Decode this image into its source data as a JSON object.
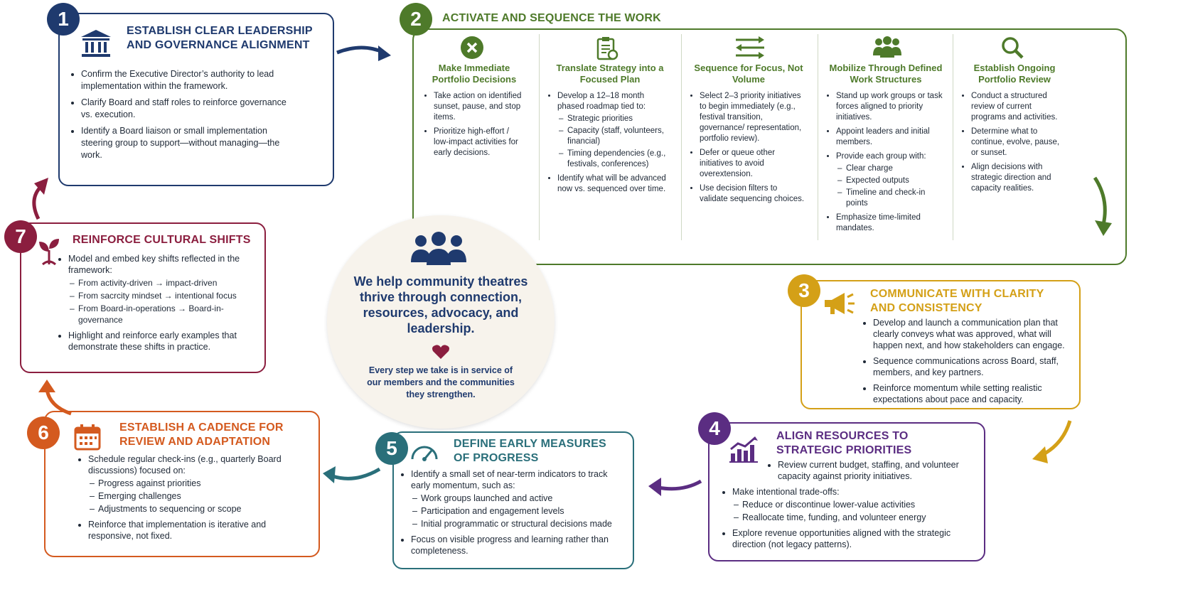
{
  "step1": {
    "number": "1",
    "title_line1": "ESTABLISH CLEAR LEADERSHIP",
    "title_line2": "AND GOVERNANCE ALIGNMENT",
    "icon": "institution-icon",
    "color": "#1f3a6e",
    "bullets": [
      "Confirm the Executive Director’s authority to lead implementation within the framework.",
      "Clarify Board and staff roles to reinforce governance vs. execution.",
      "Identify a Board liaison or small implementation steering group to support—without managing—the work."
    ]
  },
  "step2": {
    "number": "2",
    "title": "ACTIVATE AND SEQUENCE THE WORK",
    "color": "#4e7a2a",
    "columns": [
      {
        "icon": "x-circle-icon",
        "heading": "Make Immediate Portfolio Decisions",
        "bullets": [
          {
            "text": "Take action on identified sunset, pause, and stop items."
          },
          {
            "text": "Prioritize high-effort / low-impact activities for early decisions."
          }
        ]
      },
      {
        "icon": "clipboard-icon",
        "heading": "Translate Strategy into a Focused Plan",
        "bullets": [
          {
            "text": "Develop a 12–18 month phased roadmap tied to:",
            "sub": [
              "Strategic priorities",
              "Capacity (staff, volunteers, financial)",
              "Timing dependencies (e.g., festivals, conferences)"
            ]
          },
          {
            "text": "Identify what will be advanced now vs. sequenced over time."
          }
        ]
      },
      {
        "icon": "sequence-arrows-icon",
        "heading": "Sequence for Focus, Not Volume",
        "bullets": [
          {
            "text": "Select 2–3 priority initiatives to begin immediately (e.g., festival transition, governance/ representation, portfolio review)."
          },
          {
            "text": "Defer or queue other initiatives to avoid overextension."
          },
          {
            "text": "Use decision filters to validate sequencing choices."
          }
        ]
      },
      {
        "icon": "team-icon",
        "heading": "Mobilize Through Defined Work Structures",
        "bullets": [
          {
            "text": "Stand up work groups or task forces aligned to priority initiatives."
          },
          {
            "text": "Appoint leaders and initial members."
          },
          {
            "text": "Provide each group with:",
            "sub": [
              "Clear charge",
              "Expected outputs",
              "Timeline and check-in points"
            ]
          },
          {
            "text": "Emphasize time-limited mandates."
          }
        ]
      },
      {
        "icon": "magnifier-icon",
        "heading": "Establish Ongoing Portfolio Review",
        "bullets": [
          {
            "text": "Conduct a structured review of current programs and activities."
          },
          {
            "text": "Determine what to continue, evolve, pause, or sunset."
          },
          {
            "text": "Align decisions with strategic direction and capacity realities."
          }
        ]
      }
    ]
  },
  "step3": {
    "number": "3",
    "title_line1": "COMMUNICATE WITH CLARITY",
    "title_line2": "AND CONSISTENCY",
    "icon": "megaphone-icon",
    "color": "#d4a017",
    "bullets": [
      "Develop and launch a communication plan that clearly conveys what was approved, what will happen next, and how stakeholders can engage.",
      "Sequence communications across Board, staff, members, and key partners.",
      "Reinforce momentum while setting realistic expectations about pace and capacity."
    ]
  },
  "step4": {
    "number": "4",
    "title_line1": "ALIGN RESOURCES TO",
    "title_line2": "STRATEGIC PRIORITIES",
    "icon": "growth-chart-icon",
    "color": "#5b2d82",
    "bullets": [
      {
        "text": "Review current budget, staffing, and volunteer capacity against priority initiatives."
      },
      {
        "text": "Make intentional trade-offs:",
        "sub": [
          "Reduce or discontinue lower-value activities",
          "Reallocate time, funding, and volunteer energy"
        ]
      },
      {
        "text": "Explore revenue opportunities aligned with the strategic direction (not legacy patterns)."
      }
    ]
  },
  "step5": {
    "number": "5",
    "title_line1": "DEFINE EARLY MEASURES",
    "title_line2": "OF PROGRESS",
    "icon": "gauge-icon",
    "color": "#2a6f7a",
    "bullets": [
      {
        "text": "Identify a small set of near-term indicators to track early momentum, such as:",
        "sub": [
          "Work groups launched and active",
          "Participation and engagement levels",
          "Initial programmatic or structural decisions made"
        ]
      },
      {
        "text": "Focus on visible progress and learning rather than completeness."
      }
    ]
  },
  "step6": {
    "number": "6",
    "title_line1": "ESTABLISH A CADENCE FOR",
    "title_line2": "REVIEW AND ADAPTATION",
    "icon": "calendar-icon",
    "color": "#d45a1f",
    "bullets": [
      {
        "text": "Schedule regular check-ins (e.g., quarterly Board discussions) focused on:",
        "sub": [
          "Progress against priorities",
          "Emerging challenges",
          "Adjustments to sequencing or scope"
        ]
      },
      {
        "text": "Reinforce that implementation is iterative and responsive, not fixed."
      }
    ]
  },
  "step7": {
    "number": "7",
    "title": "REINFORCE CULTURAL SHIFTS",
    "icon": "seedling-icon",
    "color": "#8b1e3f",
    "bullets": [
      {
        "text": "Model and embed key shifts reflected in the framework:",
        "sub": [
          "From activity-driven → impact-driven",
          "From sacrcity mindset → intentional focus",
          "From Board-in-operations → Board-in-governance"
        ]
      },
      {
        "text": "Highlight and reinforce early examples that demonstrate these shifts in practice."
      }
    ]
  },
  "center": {
    "icon": "people-icon",
    "heart_icon": "heart-icon",
    "mission": "We help community theatres thrive through connection, resources, advocacy, and leadership.",
    "service": "Every step we take is in service of our members and the communities they strengthen."
  }
}
